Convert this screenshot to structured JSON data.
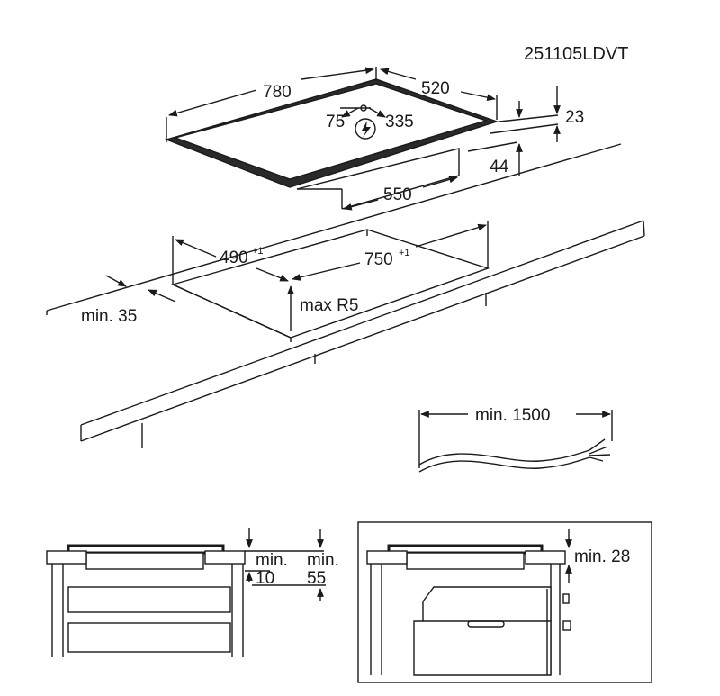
{
  "document_code": "251105LDVT",
  "hob_dimensions": {
    "width": "780",
    "depth": "520",
    "thickness": "23",
    "offset_left": "75",
    "offset_right": "335",
    "box_depth": "44",
    "box_width": "550"
  },
  "cutout": {
    "depth": "490",
    "depth_tolerance": "+1",
    "width": "750",
    "width_tolerance": "+1",
    "corner_radius": "max R5",
    "edge_distance": "min. 35"
  },
  "cable": {
    "length": "min. 1500"
  },
  "installation_left": {
    "min_top": "min.",
    "min_top_value": "10",
    "min_drawer": "min.",
    "min_drawer_value": "55"
  },
  "installation_right": {
    "min_oven": "min. 28"
  },
  "colors": {
    "line": "#1a1a1a",
    "background": "#ffffff"
  },
  "icons": [
    "electrical-hazard-icon",
    "dimension-arrow-icon"
  ]
}
